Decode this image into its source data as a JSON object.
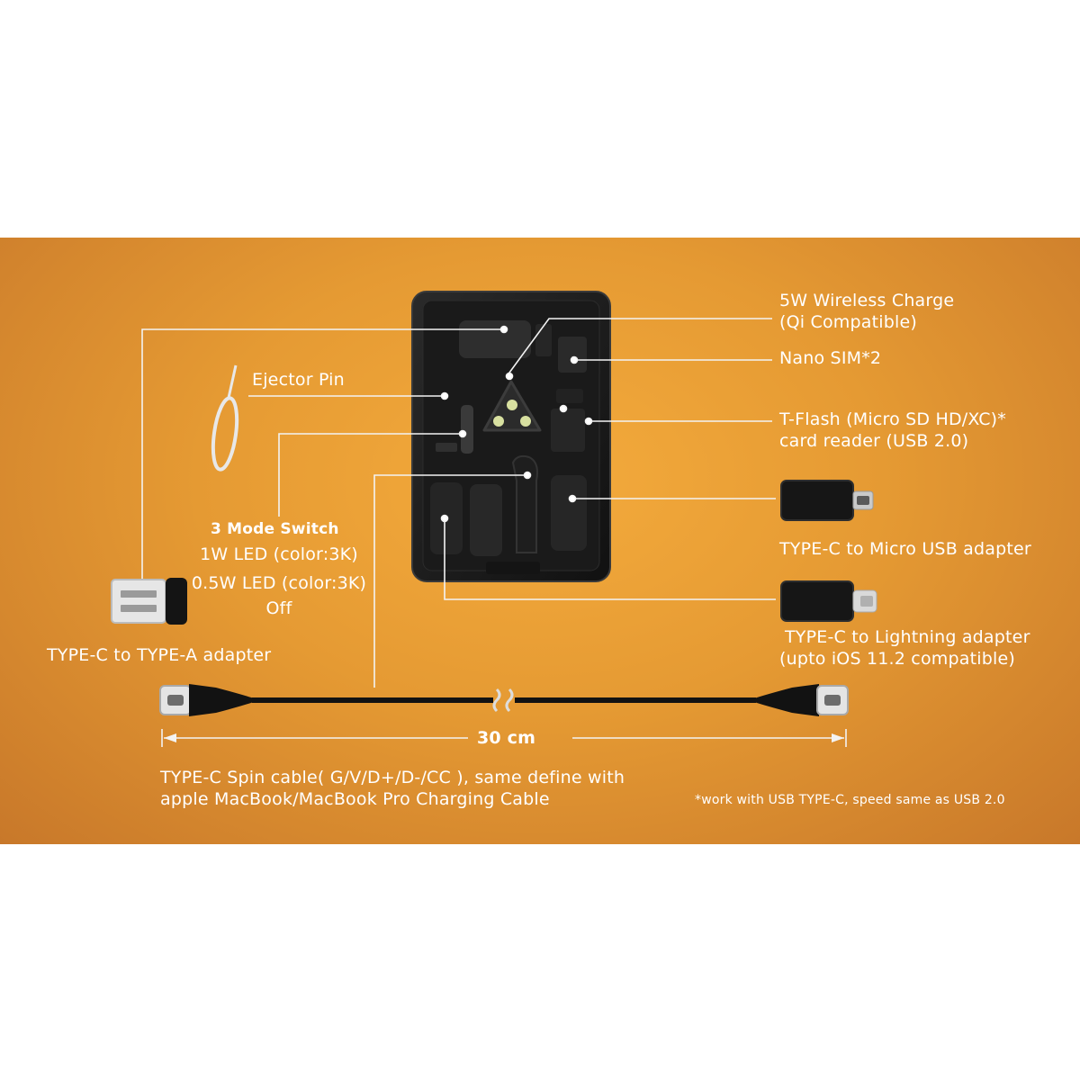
{
  "labels": {
    "wireless_line1": "5W Wireless Charge",
    "wireless_line2": "(Qi Compatible)",
    "nano_sim": "Nano SIM*2",
    "tflash_line1": "T-Flash (Micro SD HD/XC)*",
    "tflash_line2": "card reader (USB 2.0)",
    "ejector_pin": "Ejector Pin",
    "mode_switch_title": "3 Mode Switch",
    "mode_1": "1W LED (color:3K)",
    "mode_2": "0.5W LED (color:3K)",
    "mode_3": "Off",
    "type_a_adapter": "TYPE-C to TYPE-A adapter",
    "micro_usb_adapter": "TYPE-C to Micro USB adapter",
    "lightning_line1": "TYPE-C to Lightning adapter",
    "lightning_line2": "(upto iOS 11.2 compatible)",
    "cable_length": "30 cm",
    "cable_line1": "TYPE-C Spin cable( G/V/D+/D-/CC ), same define with",
    "cable_line2": "apple MacBook/MacBook Pro Charging Cable",
    "footnote": "*work with USB TYPE-C, speed same as USB 2.0"
  },
  "colors": {
    "background_center": "#f4ab3c",
    "background_edge": "#c8782a",
    "text": "#ffffff",
    "device": "#1c1c1c",
    "led": "#d8e0a0"
  }
}
